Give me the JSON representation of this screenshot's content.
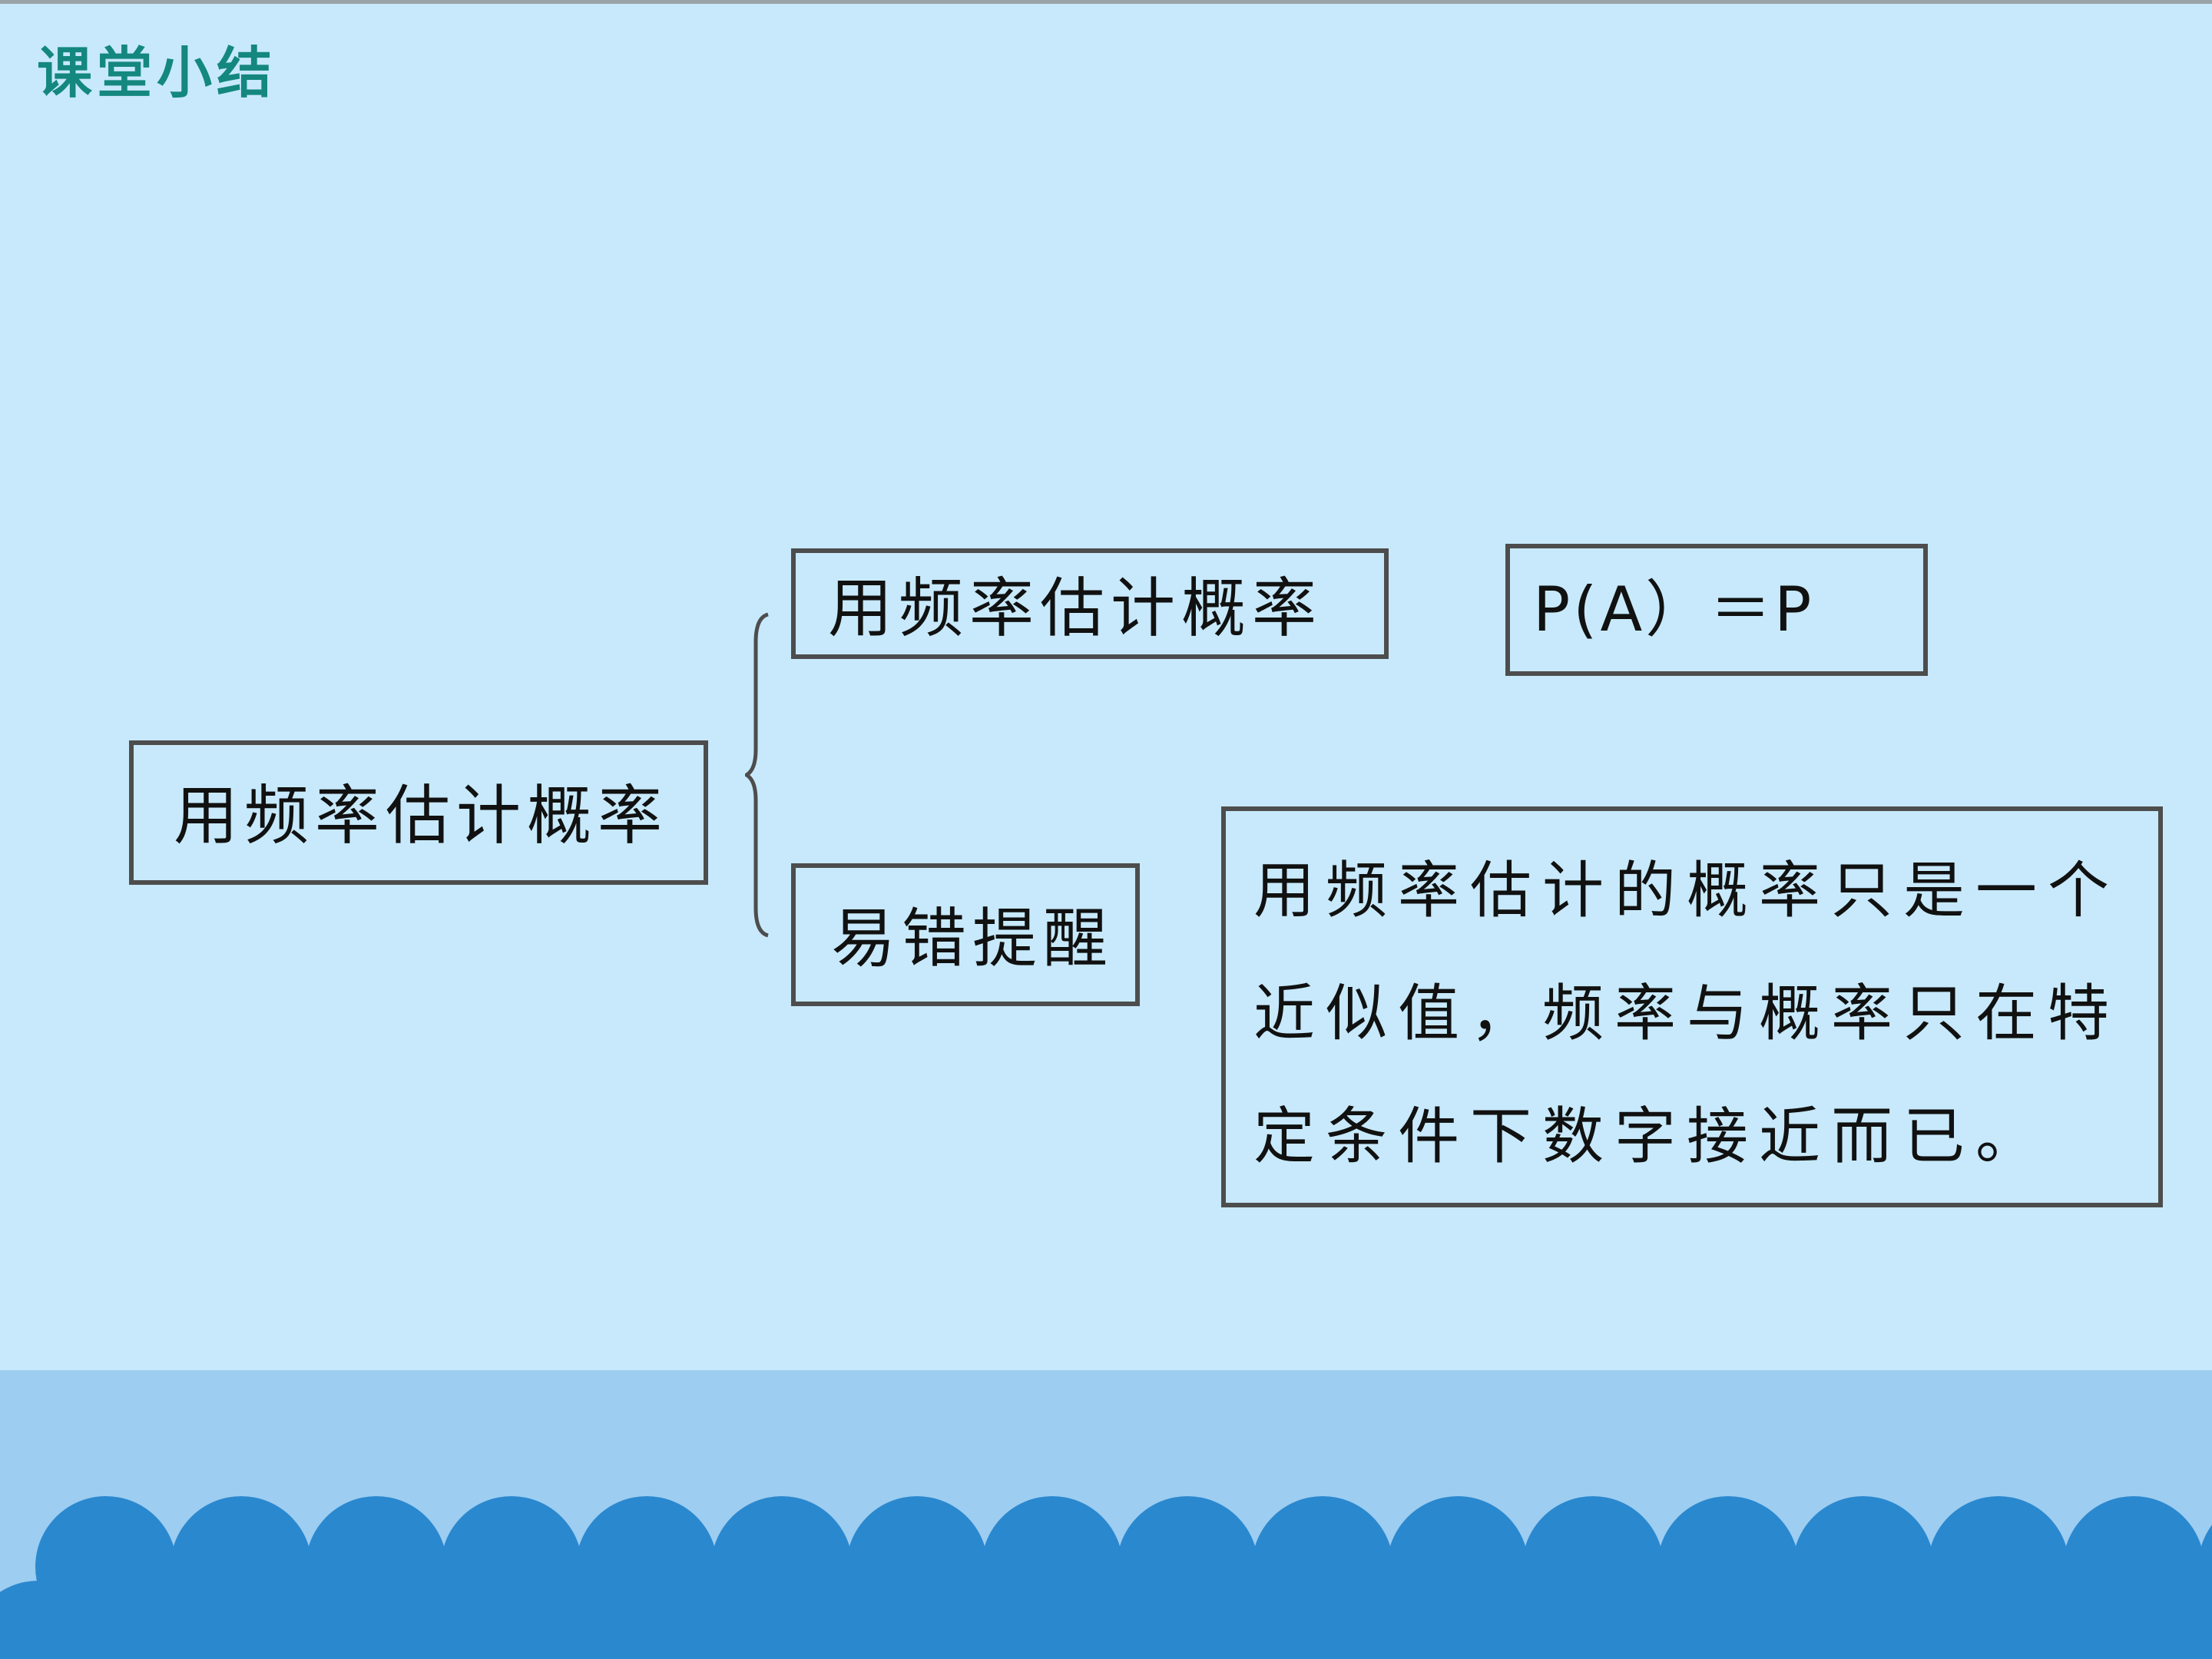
{
  "title": "课堂小结",
  "diagram": {
    "root": "用频率估计概率",
    "branches": [
      {
        "label": "用频率估计概率",
        "formula": "P(A）＝P"
      },
      {
        "label": "易错提醒",
        "note_lines": [
          "用频率估计的概率只是一个",
          "近似值，频率与概率只在特",
          "定条件下数字接近而已。"
        ]
      }
    ]
  },
  "colors": {
    "background": "#c7e9fb",
    "title": "#14877e",
    "box_border": "#4d4d4d",
    "wave_band": "#9dcdf0",
    "scallop": "#2a88cf"
  },
  "decoration": {
    "bottom_pattern": "blue-scallop-waves"
  }
}
